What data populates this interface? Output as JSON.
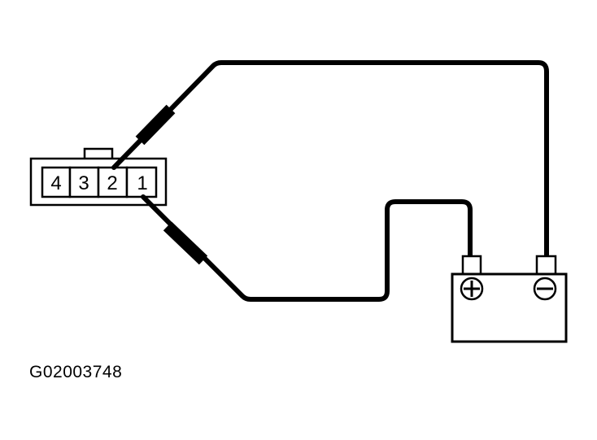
{
  "figure": {
    "id_label": "G02003748",
    "stroke_color": "#000000",
    "background_color": "#ffffff"
  },
  "connector": {
    "pins": [
      {
        "label": "4"
      },
      {
        "label": "3"
      },
      {
        "label": "2"
      },
      {
        "label": "1"
      }
    ]
  },
  "battery": {
    "positive_symbol": "+",
    "negative_symbol": "−"
  },
  "wires": [
    {
      "name": "jumper-wire-pin2-to-negative",
      "from": "pin 2",
      "to": "battery negative"
    },
    {
      "name": "jumper-wire-pin1-to-positive",
      "from": "pin 1",
      "to": "battery positive"
    }
  ]
}
